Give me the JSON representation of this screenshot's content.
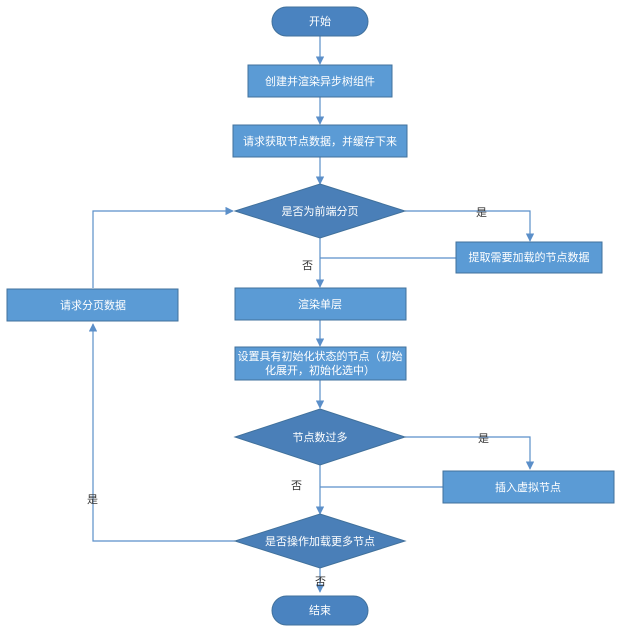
{
  "nodes": {
    "start": "开始",
    "create": "创建并渲染异步树组件",
    "request": "请求获取节点数据，并缓存下来",
    "is_frontend_paging": "是否为前端分页",
    "extract": "提取需要加载的节点数据",
    "render_single": "渲染单层",
    "set_nodes_line1": "设置具有初始化状态的节点（初始",
    "set_nodes_line2": "化展开，初始化选中）",
    "too_many": "节点数过多",
    "insert_virtual": "插入虚拟节点",
    "load_more": "是否操作加载更多节点",
    "request_paging": "请求分页数据",
    "end": "结束"
  },
  "edge_labels": {
    "yes": "是",
    "no": "否"
  },
  "colors": {
    "box": "#5b9bd5",
    "terminal": "#4a83c0",
    "diamond": "#4a7fb8",
    "edge": "#5b8fc9"
  }
}
